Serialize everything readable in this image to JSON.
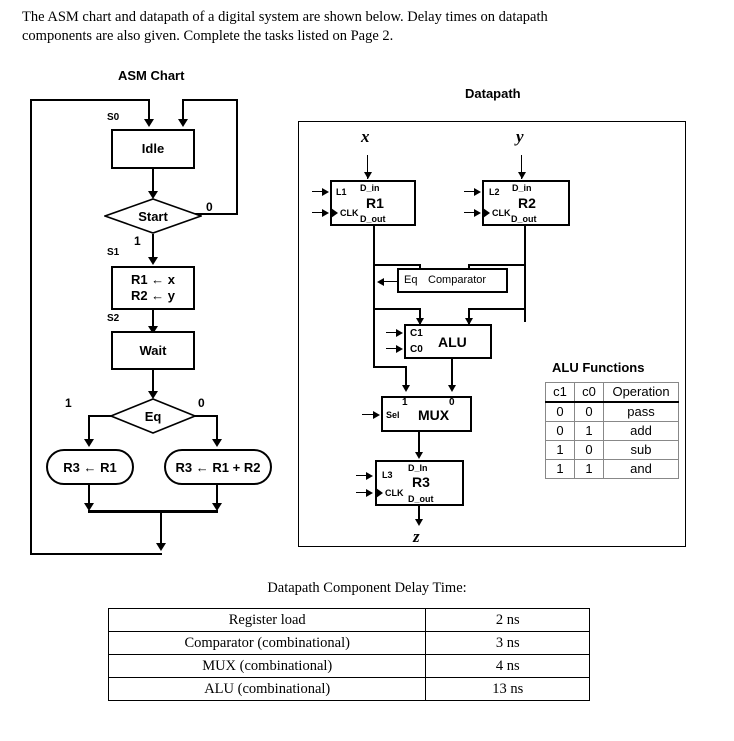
{
  "intro": {
    "line1": "The ASM chart and datapath of a digital system are shown below.  Delay times on datapath",
    "line2": "components are also given.  Complete the tasks listed on Page 2."
  },
  "asm_chart": {
    "title": "ASM Chart",
    "states": [
      {
        "id": "S0",
        "label": "Idle",
        "shape": "rect"
      },
      {
        "id": "S1",
        "label": "R1 ← x\nR2 ← y",
        "line1": "R1 ← x",
        "line2": "R2 ← y",
        "shape": "rect"
      },
      {
        "id": "S2",
        "label": "Wait",
        "shape": "rect"
      }
    ],
    "decisions": [
      {
        "label": "Start",
        "true_label": "1",
        "false_label": "0"
      },
      {
        "label": "Eq",
        "true_label": "1",
        "false_label": "0"
      }
    ],
    "outputs": [
      {
        "label": "R3 ← R1"
      },
      {
        "label": "R3 ← R1 + R2"
      }
    ]
  },
  "datapath": {
    "title": "Datapath",
    "input_x": "x",
    "input_y": "y",
    "output_z": "z",
    "blocks": [
      {
        "name": "R1",
        "load": "L1",
        "clk": "CLK",
        "d_in": "D_in",
        "d_out": "D_out"
      },
      {
        "name": "R2",
        "load": "L2",
        "clk": "CLK",
        "d_in": "D_in",
        "d_out": "D_out"
      },
      {
        "name": "R3",
        "load": "L3",
        "clk": "CLK",
        "d_in": "D_In",
        "d_out": "D_out"
      },
      {
        "name": "Comparator",
        "eq": "Eq"
      },
      {
        "name": "ALU",
        "c1": "C1",
        "c0": "C0"
      },
      {
        "name": "MUX",
        "sel": "Sel",
        "in1": "1",
        "in0": "0"
      }
    ]
  },
  "alu_functions": {
    "title": "ALU Functions",
    "headers": [
      "c1",
      "c0",
      "Operation"
    ],
    "rows": [
      [
        "0",
        "0",
        "pass"
      ],
      [
        "0",
        "1",
        "add"
      ],
      [
        "1",
        "0",
        "sub"
      ],
      [
        "1",
        "1",
        "and"
      ]
    ]
  },
  "delay_table": {
    "caption": "Datapath Component Delay Time:",
    "rows": [
      {
        "component": "Register load",
        "time": "2 ns"
      },
      {
        "component": "Comparator (combinational)",
        "time": "3 ns"
      },
      {
        "component": "MUX (combinational)",
        "time": "4 ns"
      },
      {
        "component": "ALU (combinational)",
        "time": "13 ns"
      }
    ]
  },
  "colors": {
    "ink": "#000000",
    "background": "#ffffff",
    "table_border": "#888888"
  }
}
